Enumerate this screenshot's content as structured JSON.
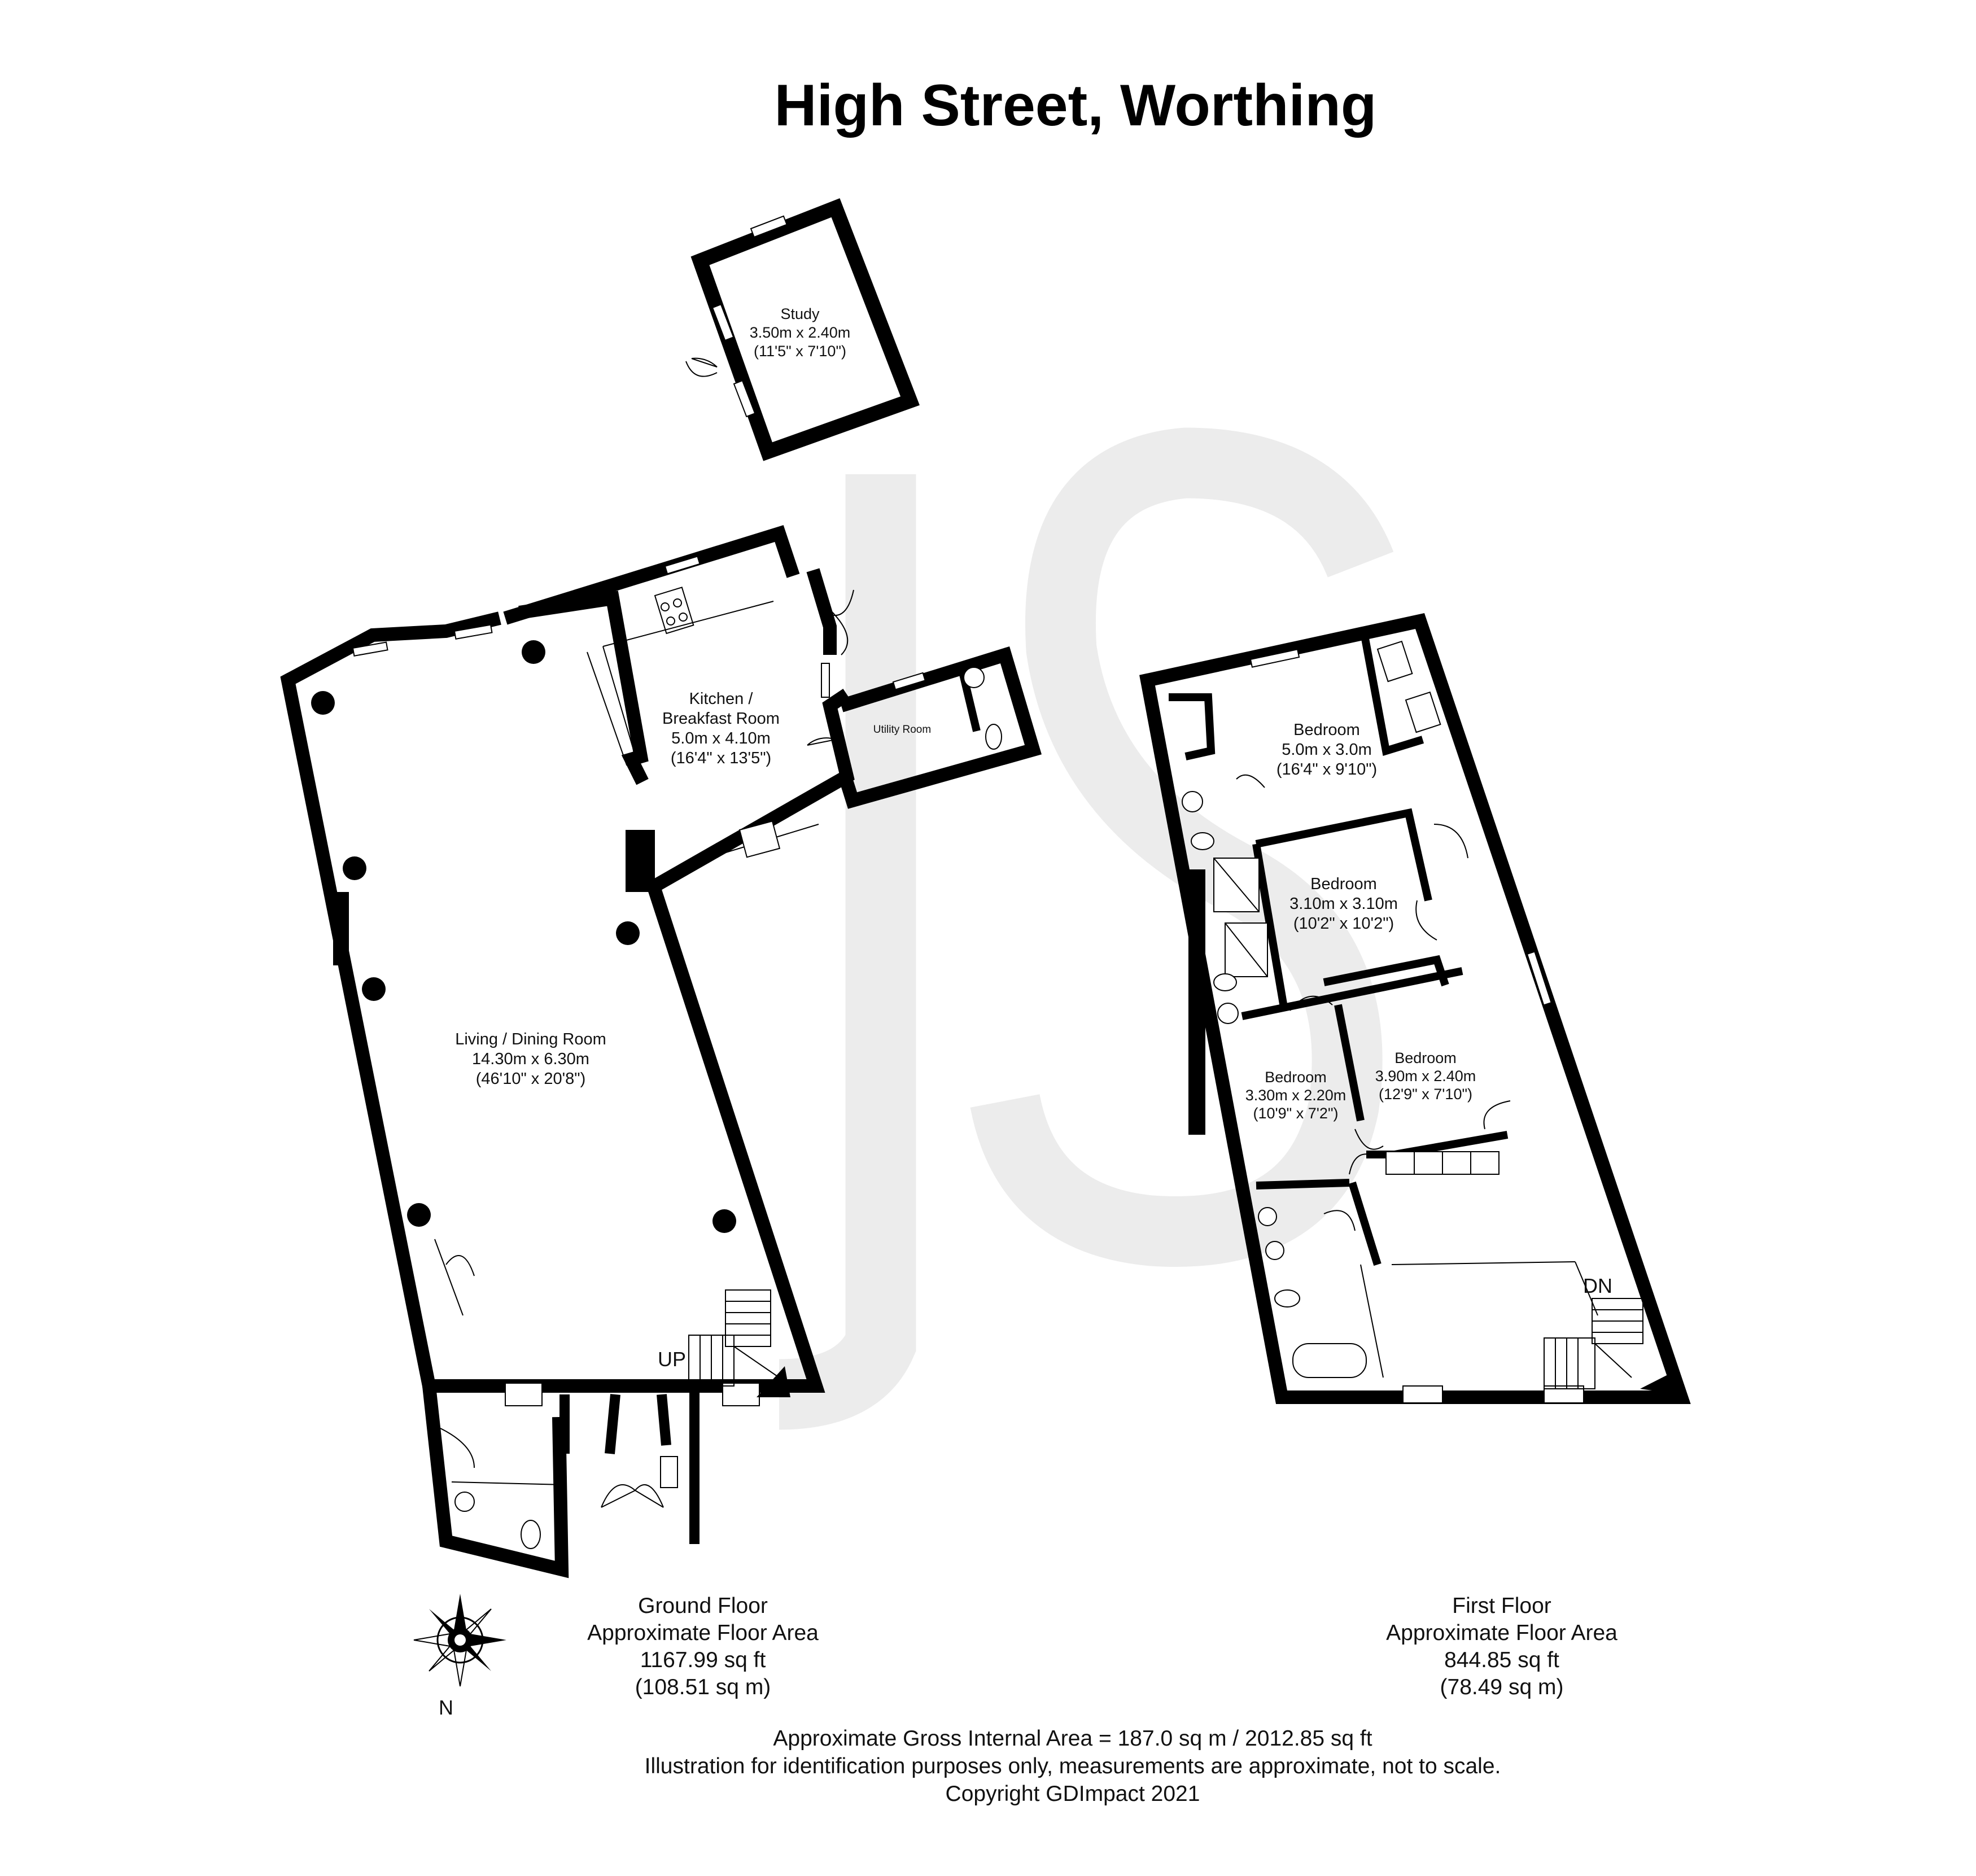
{
  "title": "High Street, Worthing",
  "watermark": {
    "glyph": "JS",
    "color": "#ececec"
  },
  "rooms": {
    "study": {
      "name": "Study",
      "metric": "3.50m x 2.40m",
      "imperial": "(11'5\" x 7'10\")"
    },
    "kitchen": {
      "name_line1": "Kitchen /",
      "name_line2": "Breakfast Room",
      "metric": "5.0m x 4.10m",
      "imperial": "(16'4\" x 13'5\")"
    },
    "utility": {
      "name": "Utility Room"
    },
    "living": {
      "name": "Living / Dining Room",
      "metric": "14.30m x 6.30m",
      "imperial": "(46'10\" x 20'8\")"
    },
    "bedroom1": {
      "name": "Bedroom",
      "metric": "5.0m x 3.0m",
      "imperial": "(16'4\" x 9'10\")"
    },
    "bedroom2": {
      "name": "Bedroom",
      "metric": "3.10m x 3.10m",
      "imperial": "(10'2\" x 10'2\")"
    },
    "bedroom3": {
      "name": "Bedroom",
      "metric": "3.30m x 2.20m",
      "imperial": "(10'9\" x 7'2\")"
    },
    "bedroom4": {
      "name": "Bedroom",
      "metric": "3.90m x 2.40m",
      "imperial": "(12'9\" x 7'10\")"
    }
  },
  "stairs": {
    "up": "UP",
    "down": "DN"
  },
  "compass": {
    "north": "N"
  },
  "ground_floor": {
    "line1": "Ground Floor",
    "line2": "Approximate Floor Area",
    "line3": "1167.99 sq ft",
    "line4": "(108.51 sq m)"
  },
  "first_floor": {
    "line1": "First Floor",
    "line2": "Approximate Floor Area",
    "line3": "844.85 sq ft",
    "line4": "(78.49 sq m)"
  },
  "footer": {
    "gross_area": "Approximate Gross Internal Area = 187.0 sq m / 2012.85 sq ft",
    "disclaimer": "Illustration for identification purposes only, measurements are approximate, not to scale.",
    "copyright": "Copyright GDImpact 2021"
  }
}
